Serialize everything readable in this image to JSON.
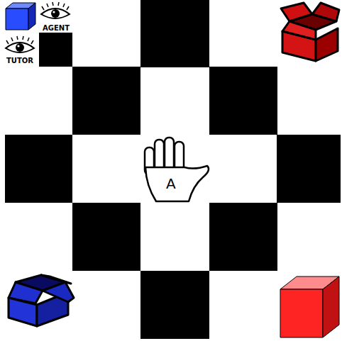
{
  "diagram": {
    "labels": [
      "AGENT",
      "TUTOR",
      "A"
    ]
  }
}
